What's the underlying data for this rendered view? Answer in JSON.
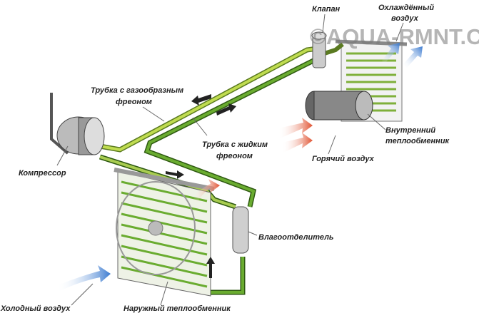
{
  "watermark": "©AQUA-RMNT.COM",
  "labels": {
    "valve": "Клапан",
    "cooled_air_1": "Охлаждённый",
    "cooled_air_2": "воздух",
    "gas_tube_1": "Трубка с газообразным",
    "gas_tube_2": "фреоном",
    "liquid_tube_1": "Трубка с жидким",
    "liquid_tube_2": "фреоном",
    "inner_hx_1": "Внутренний",
    "inner_hx_2": "теплообменник",
    "hot_air": "Горячий воздух",
    "compressor": "Компрессор",
    "receiver": "Влагоотделитель",
    "cold_air": "Холодный воздух",
    "outer_hx": "Наружный теплообменник"
  },
  "colors": {
    "pipe_light": "#b8d44a",
    "pipe_dark": "#5a9a2a",
    "cold_arrow": "#4a86d8",
    "hot_arrow": "#e86040"
  }
}
